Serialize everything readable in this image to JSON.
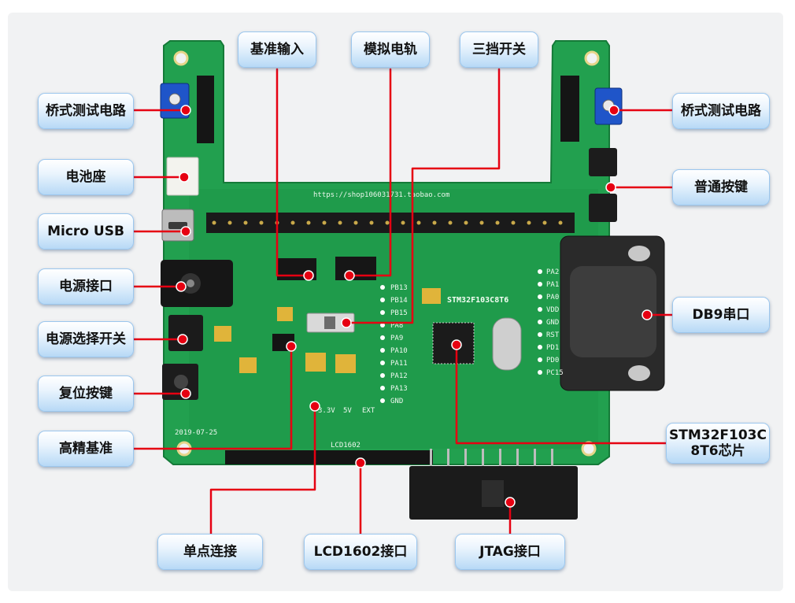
{
  "image": {
    "kind": "annotated product photo",
    "subject": "green STM32 development board",
    "accent_color": "#e60012",
    "callout_fill": "#d7eafb",
    "pcb_color": "#1f9a4a"
  },
  "board_silkscreen": {
    "url": "https://shop106031731.taobao.com",
    "mcu_label": "STM32F103C8T6",
    "date": "2019-07-25",
    "lcd_label": "LCD1602",
    "voltage_labels": [
      "3.3V",
      "5V",
      "EXT"
    ],
    "left_pins": [
      "PB13",
      "PB14",
      "PB15",
      "PA8",
      "PA9",
      "PA10",
      "PA11",
      "PA12",
      "PA13",
      "GND"
    ],
    "right_pins": [
      "PA2",
      "PA1",
      "PA0",
      "VDD",
      "GND",
      "RST",
      "PD1",
      "PD0",
      "PC15"
    ]
  },
  "callouts": {
    "bridge_left": "桥式测试电路",
    "battery": "电池座",
    "micro_usb": "Micro USB",
    "power_jack": "电源接口",
    "power_select": "电源选择开关",
    "reset": "复位按键",
    "precision_ref": "高精基准",
    "ref_input": "基准输入",
    "analog_rail": "模拟电轨",
    "three_switch": "三挡开关",
    "bridge_right": "桥式测试电路",
    "buttons": "普通按键",
    "db9": "DB9串口",
    "mcu_chip": "STM32F103C\n8T6芯片",
    "single_point": "单点连接",
    "lcd_port": "LCD1602接口",
    "jtag": "JTAG接口"
  }
}
